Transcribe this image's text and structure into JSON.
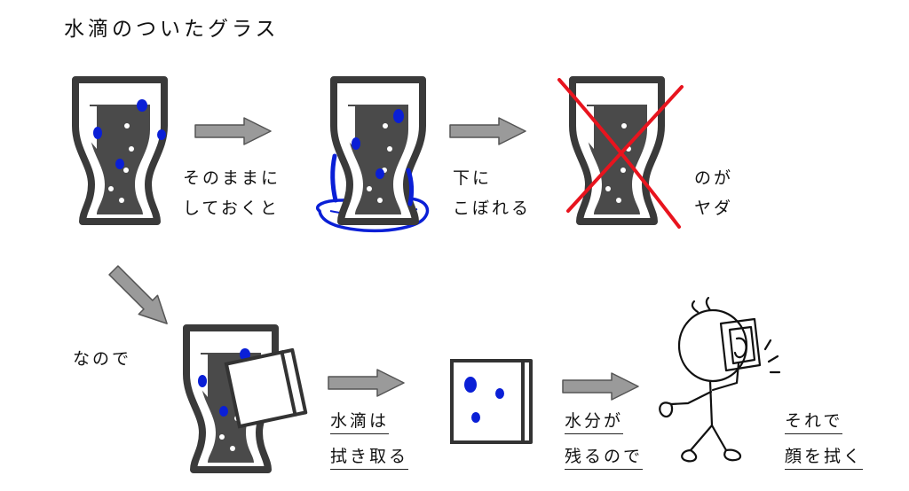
{
  "title": "水滴のついたグラス",
  "steps": {
    "leave_line1": "そのままに",
    "leave_line2": "しておくと",
    "drip_line1": "下に",
    "drip_line2": "こぼれる",
    "dislike_line1": "のが",
    "dislike_line2": "ヤダ",
    "so": "なので",
    "wipe_line1": "水滴は",
    "wipe_line2": "拭き取る",
    "moisture_line1": "水分が",
    "moisture_line2": "残るので",
    "face_line1": "それで",
    "face_line2": "顔を拭く"
  },
  "icons": {
    "glass": "glass-icon",
    "arrow": "arrow-icon",
    "cloth": "cloth-icon",
    "cross": "cross-mark-icon",
    "person": "stick-figure-icon"
  },
  "colors": {
    "glass_stroke": "#3a3a3a",
    "liquid": "#4a4a4a",
    "droplet": "#0a1fd6",
    "cross": "#e8141e",
    "arrow_fill": "#9a9a9a",
    "arrow_stroke": "#555555"
  }
}
